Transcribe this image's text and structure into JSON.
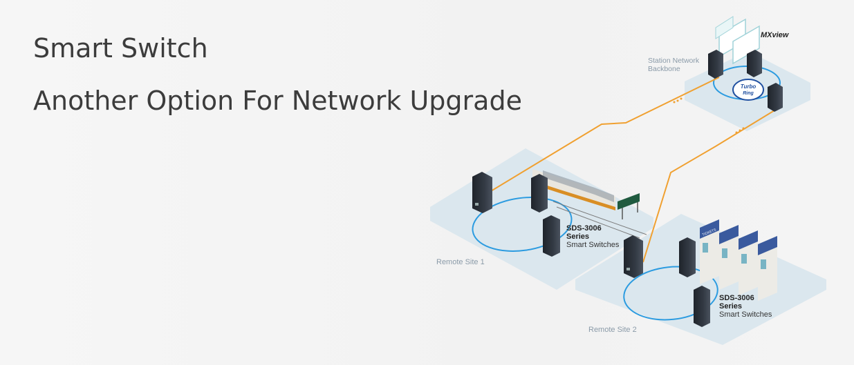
{
  "slide": {
    "title_line1": "Smart Switch",
    "title_line2": "Another Option For Network Upgrade"
  },
  "diagram": {
    "backbone_label_line1": "Station Network",
    "backbone_label_line2": "Backbone",
    "turbo_ring_line1": "Turbo",
    "turbo_ring_line2": "Ring",
    "mxview_logo": "MXview",
    "site1_label": "Remote Site 1",
    "site2_label": "Remote Site 2",
    "site1_switch_model": "SDS-3006",
    "site1_switch_series": "Series",
    "site1_switch_desc": "Smart Switches",
    "site2_switch_model": "SDS-3006",
    "site2_switch_series": "Series",
    "site2_switch_desc": "Smart Switches",
    "ticket_machine_text": "TICKETS"
  },
  "colors": {
    "title": "#3c3c3c",
    "platform": "#dbe7ee",
    "ring": "#2b9be0",
    "uplink": "#f0a030",
    "switch_body": "#2b3038",
    "ticket_machine": "#3a5a9e",
    "label_gray": "#8a9aa8"
  }
}
